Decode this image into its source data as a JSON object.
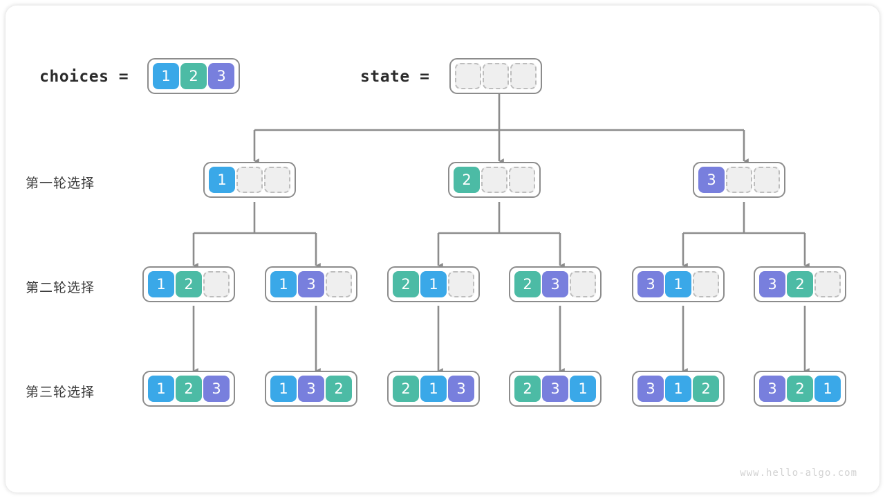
{
  "watermark": "www.hello-algo.com",
  "colors": {
    "value1": "#3aa8e8",
    "value2": "#4cbba5",
    "value3": "#787fdd",
    "empty_fill": "#efefef",
    "empty_border": "#bdbdbd",
    "node_border": "#8c8c8c",
    "wire": "#8c8c8c",
    "text": "#3c3c3c"
  },
  "header": {
    "choices_label": "choices =",
    "choices_values": [
      "1",
      "2",
      "3"
    ],
    "state_label": "state =",
    "state_values": [
      "",
      "",
      ""
    ]
  },
  "rows": [
    {
      "label": "第一轮选择"
    },
    {
      "label": "第二轮选择"
    },
    {
      "label": "第三轮选择"
    }
  ],
  "level1": [
    {
      "cells": [
        "1",
        "",
        ""
      ]
    },
    {
      "cells": [
        "2",
        "",
        ""
      ]
    },
    {
      "cells": [
        "3",
        "",
        ""
      ]
    }
  ],
  "level2": [
    {
      "cells": [
        "1",
        "2",
        ""
      ]
    },
    {
      "cells": [
        "1",
        "3",
        ""
      ]
    },
    {
      "cells": [
        "2",
        "1",
        ""
      ]
    },
    {
      "cells": [
        "2",
        "3",
        ""
      ]
    },
    {
      "cells": [
        "3",
        "1",
        ""
      ]
    },
    {
      "cells": [
        "3",
        "2",
        ""
      ]
    }
  ],
  "level3": [
    {
      "cells": [
        "1",
        "2",
        "3"
      ]
    },
    {
      "cells": [
        "1",
        "3",
        "2"
      ]
    },
    {
      "cells": [
        "2",
        "1",
        "3"
      ]
    },
    {
      "cells": [
        "2",
        "3",
        "1"
      ]
    },
    {
      "cells": [
        "3",
        "1",
        "2"
      ]
    },
    {
      "cells": [
        "3",
        "2",
        "1"
      ]
    }
  ]
}
